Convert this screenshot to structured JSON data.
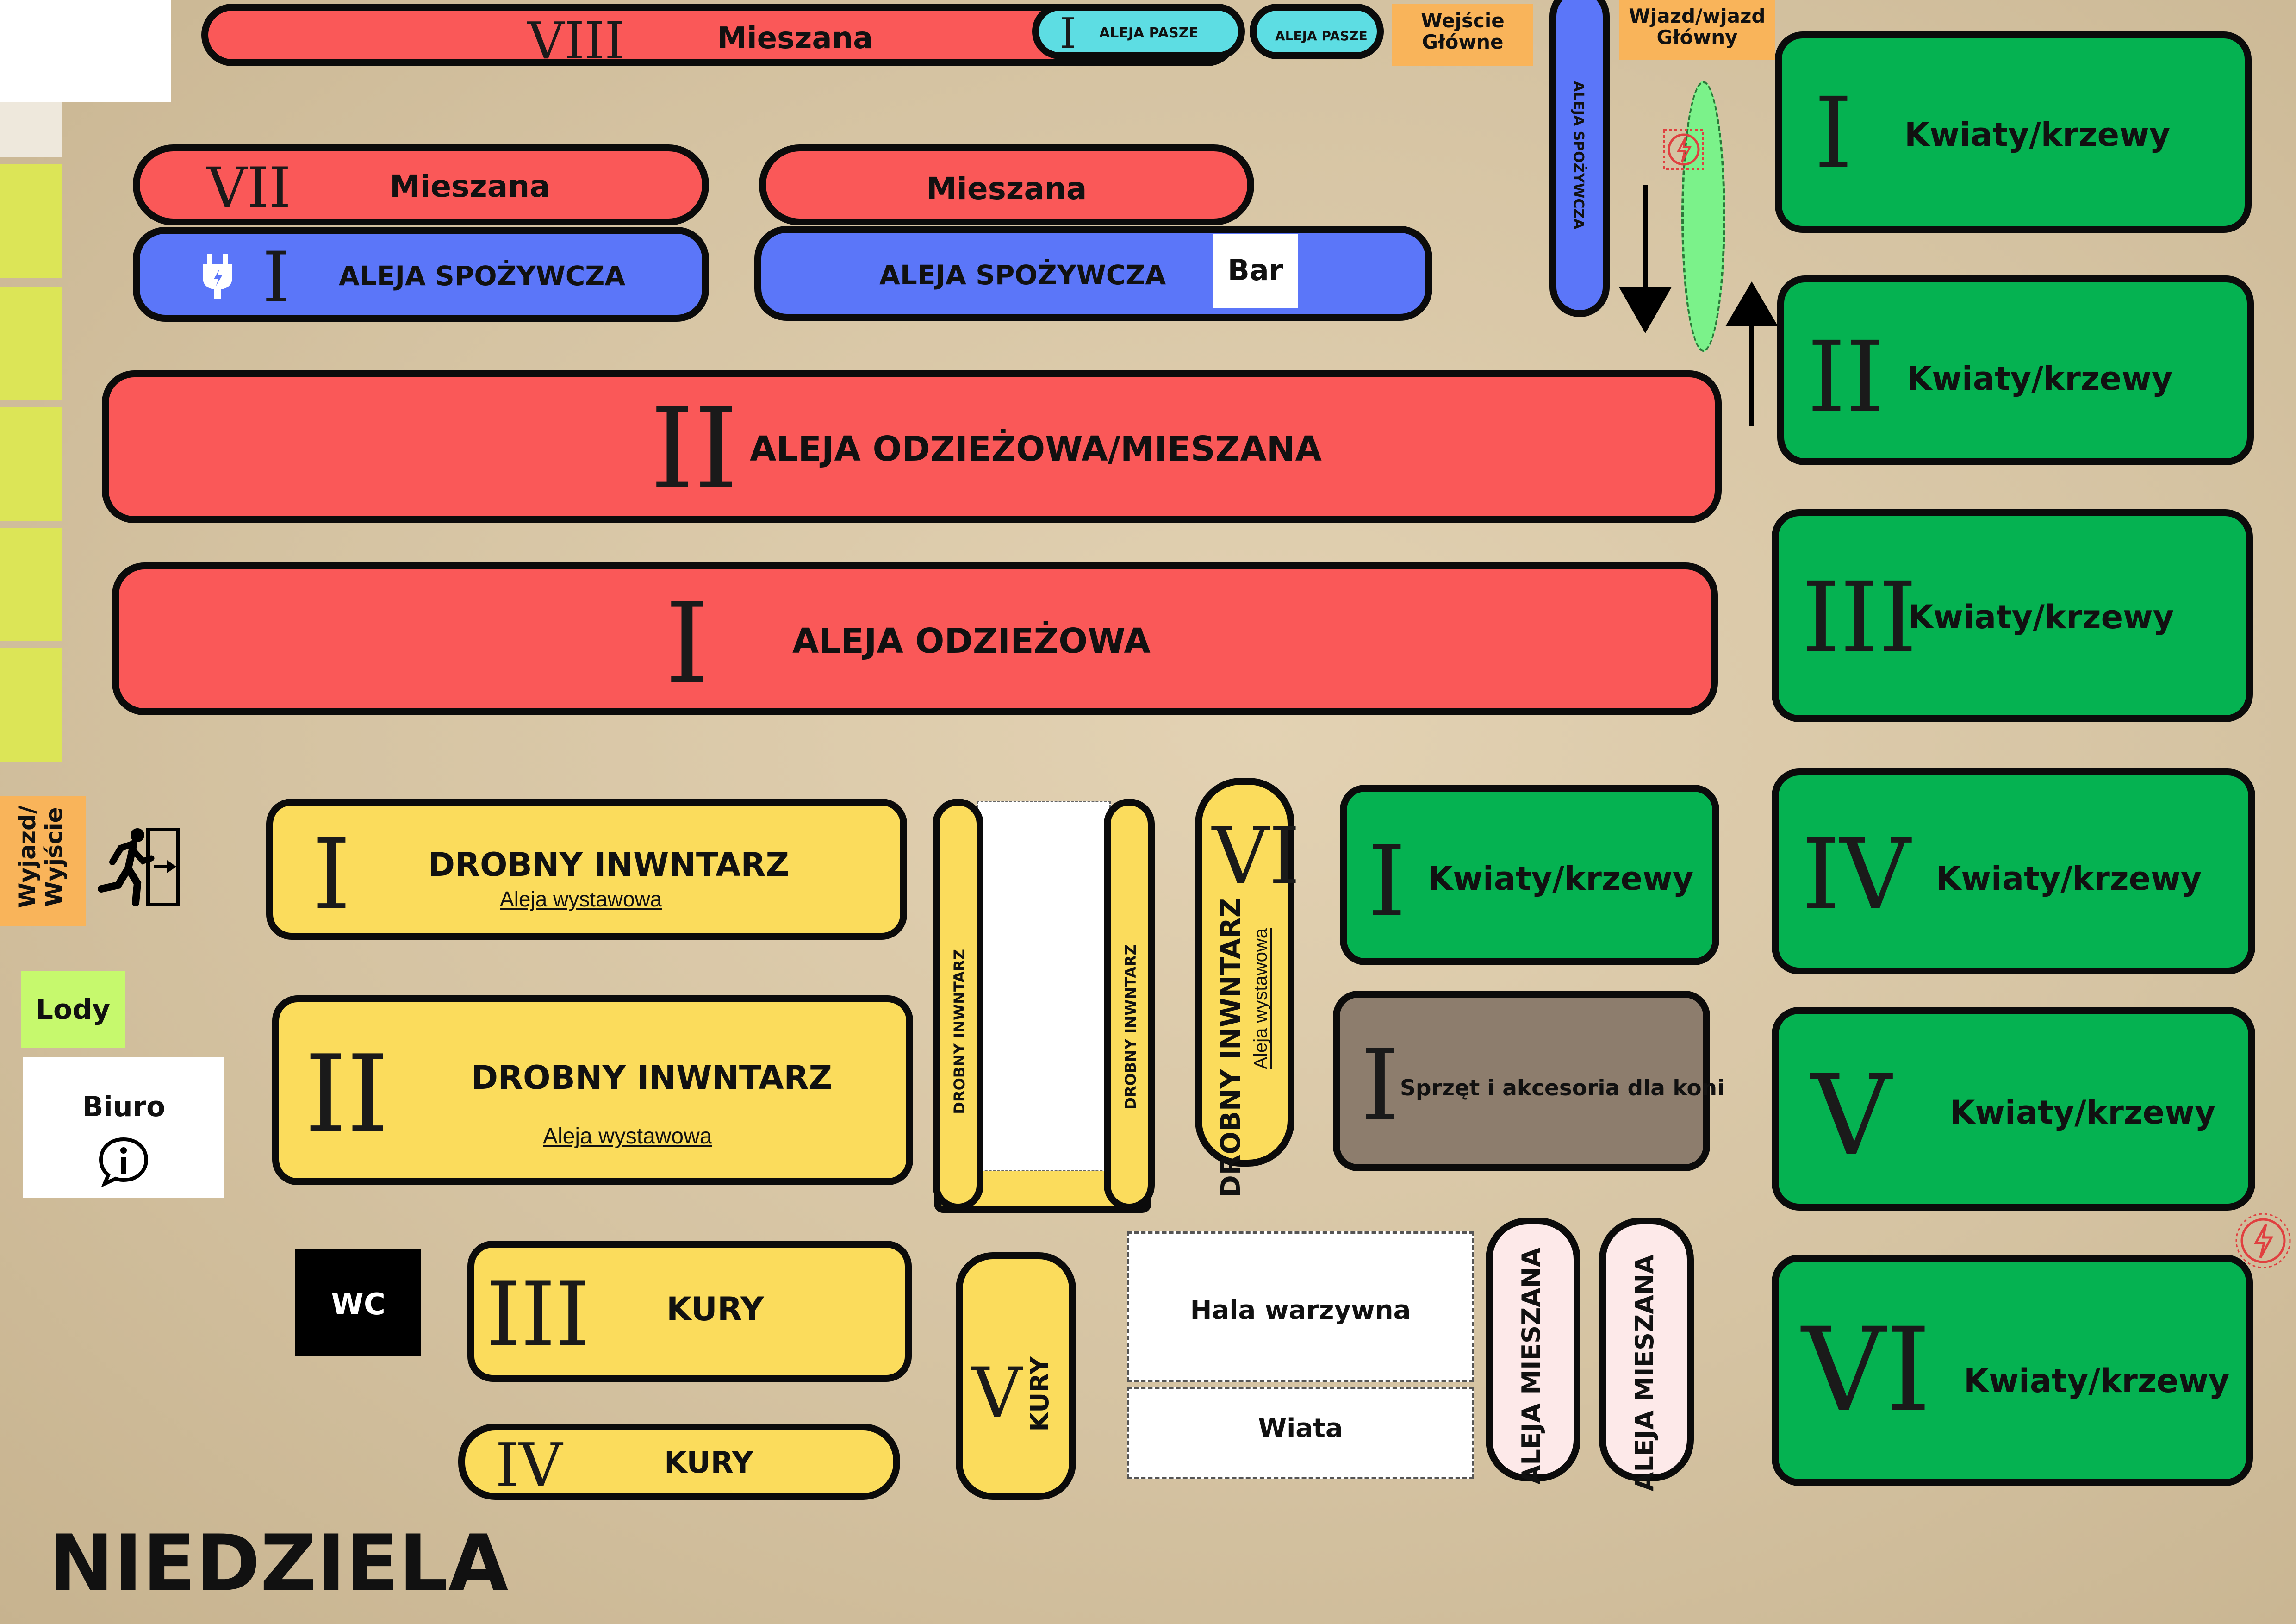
{
  "day_title": "NIEDZIELA",
  "colors": {
    "clothing_mixed": "#fa5858",
    "food_alley": "#5b76f9",
    "feed_alley": "#5ddde3",
    "small_livestock": "#fbdc5c",
    "flowers_shrubs": "#05b251",
    "horse_equipment": "#8d7d6d",
    "mixed_alley": "#fde9e9",
    "entrance": "#f9b45a",
    "parking_strip": "#dce557",
    "ice_cream": "#c6f96d"
  },
  "top_rows": {
    "viii": {
      "numeral": "VIII",
      "label": "Mieszana"
    },
    "pasze_1": {
      "numeral": "I",
      "label": "ALEJA PASZE"
    },
    "pasze_2": {
      "label": "ALEJA PASZE"
    },
    "entrance_main": {
      "label": "Wejście\nGłówne"
    },
    "vehicle_entry": {
      "label": "Wjazd/wjazd\nGłówny"
    },
    "vertical_food": {
      "label": "ALEJA SPOŻYWCZA"
    }
  },
  "row_vii": {
    "mixed_left": {
      "numeral": "VII",
      "label": "Mieszana"
    },
    "food_left": {
      "numeral": "I",
      "label": "ALEJA SPOŻYWCZA",
      "icon": "power-plug-icon"
    },
    "mixed_right": {
      "label": "Mieszana"
    },
    "food_right": {
      "label": "ALEJA SPOŻYWCZA"
    },
    "bar": {
      "label": "Bar"
    }
  },
  "clothing": {
    "row_ii": {
      "numeral": "II",
      "label": "ALEJA ODZIEŻOWA/MIESZANA"
    },
    "row_i": {
      "numeral": "I",
      "label": "ALEJA ODZIEŻOWA"
    }
  },
  "flowers_right": [
    {
      "numeral": "I",
      "label": "Kwiaty/krzewy"
    },
    {
      "numeral": "II",
      "label": "Kwiaty/krzewy"
    },
    {
      "numeral": "III",
      "label": "Kwiaty/krzewy"
    },
    {
      "numeral": "IV",
      "label": "Kwiaty/krzewy"
    },
    {
      "numeral": "V",
      "label": "Kwiaty/krzewy"
    },
    {
      "numeral": "VI",
      "label": "Kwiaty/krzewy"
    }
  ],
  "flowers_middle": {
    "numeral": "I",
    "label": "Kwiaty/krzewy"
  },
  "horse_equipment": {
    "numeral": "I",
    "label": "Sprzęt i akcesoria dla koni"
  },
  "small_livestock": {
    "row_i": {
      "numeral": "I",
      "label": "DROBNY INWNTARZ",
      "sub": "Aleja wystawowa"
    },
    "row_ii": {
      "numeral": "II",
      "label": "DROBNY INWNTARZ",
      "sub": "Aleja wystawowa"
    },
    "vertical_left": {
      "label": "DROBNY INWNTARZ"
    },
    "vertical_right": {
      "label": "DROBNY INWNTARZ"
    },
    "vi": {
      "numeral": "VI",
      "label": "DROBNY INWNTARZ",
      "sub": "Aleja wystawowa"
    }
  },
  "poultry": {
    "iii": {
      "numeral": "III",
      "label": "KURY"
    },
    "iv": {
      "numeral": "IV",
      "label": "KURY"
    },
    "v": {
      "numeral": "V",
      "label": "KURY"
    }
  },
  "halls": {
    "vegetable": {
      "label": "Hala warzywna"
    },
    "shelter": {
      "label": "Wiata"
    }
  },
  "mixed_alleys": [
    {
      "label": "ALEJA MIESZANA"
    },
    {
      "label": "ALEJA MIESZANA"
    }
  ],
  "left_side": {
    "exit": {
      "label": "Wyjazd/\nWyjście"
    },
    "ice_cream": {
      "label": "Lody"
    },
    "office": {
      "label": "Biuro",
      "icon": "info-icon"
    },
    "wc": {
      "label": "WC"
    }
  }
}
